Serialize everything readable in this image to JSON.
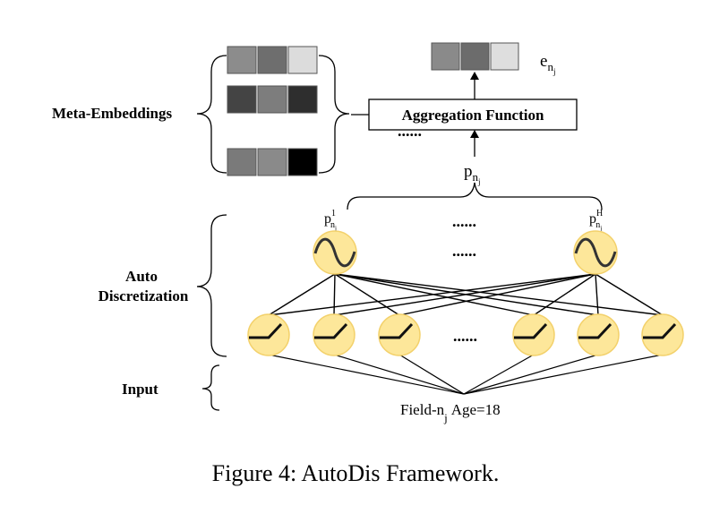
{
  "labels": {
    "meta_embeddings": "Meta-Embeddings",
    "auto": "Auto",
    "discretization": "Discretization",
    "input": "Input",
    "aggregation": "Aggregation Function",
    "ellipsis": "......",
    "field": "Field-n",
    "field_sub": "j",
    "age": "Age=18",
    "e": "e",
    "p": "p",
    "sub_n": "n",
    "sub_j": "j",
    "sup_1": "1",
    "sup_H": "H"
  },
  "caption": {
    "prefix": "Figure 4: ",
    "text": "AutoDis Framework."
  },
  "meta_embedding_rows": [
    [
      "#8c8c8c",
      "#6e6e6e",
      "#dcdcdc"
    ],
    [
      "#444444",
      "#7d7d7d",
      "#2e2e2e"
    ],
    [
      "#7a7a7a",
      "#8a8a8a",
      "#000000"
    ]
  ],
  "output_embedding": [
    "#8a8a8a",
    "#6c6c6c",
    "#dedede"
  ],
  "colors": {
    "node_fill": "#fde79a",
    "node_stroke": "#f3d16b",
    "line": "#000000"
  }
}
